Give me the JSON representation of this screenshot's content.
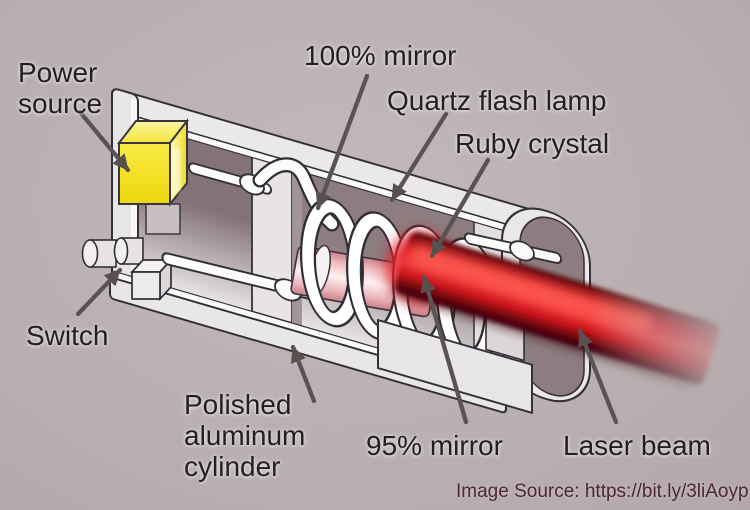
{
  "colors": {
    "background": "#bcb0b2",
    "label_text": "#232024",
    "credit_text": "#4d2733",
    "arrow": "#5a5356",
    "beam_red": "#d91d24",
    "ruby_pink": "#f3c9cb",
    "power_source_yellow": "#f5e42a",
    "casing_light": "#eae7e9",
    "casing_interior": "#8d7d81"
  },
  "diagram": {
    "labels": {
      "power_source": {
        "line1": "Power",
        "line2": "source"
      },
      "mirror_100": "100% mirror",
      "flash_lamp": "Quartz flash lamp",
      "ruby_crystal": "Ruby crystal",
      "switch": "Switch",
      "cylinder": {
        "line1": "Polished",
        "line2": "aluminum",
        "line3": "cylinder"
      },
      "mirror_95": "95% mirror",
      "laser_beam": "Laser beam",
      "credit": "Image Source: https://bit.ly/3liAoyp"
    }
  }
}
